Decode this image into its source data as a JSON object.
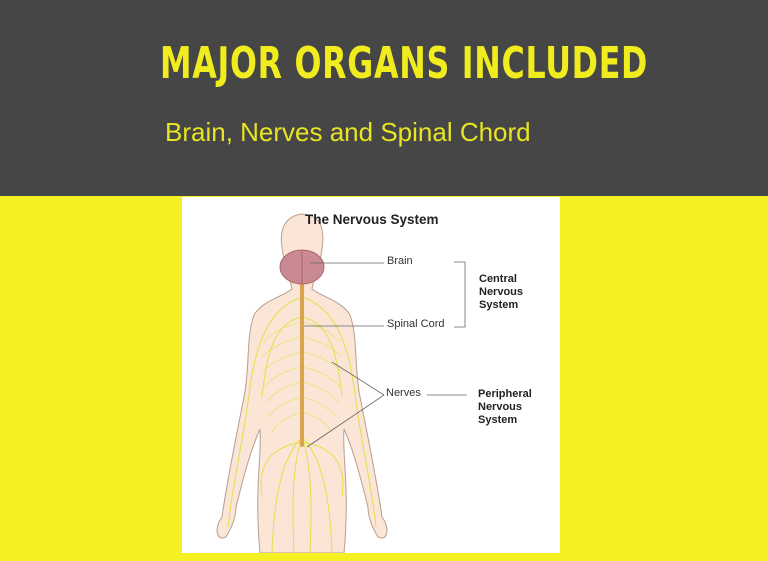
{
  "slide": {
    "title": "MAJOR ORGANS INCLUDED",
    "subtitle": "Brain, Nerves and Spinal Chord"
  },
  "figure": {
    "title": "The Nervous System",
    "labels": {
      "brain": "Brain",
      "spinal_cord": "Spinal Cord",
      "nerves": "Nerves"
    },
    "groups": {
      "central": [
        "Central",
        "Nervous",
        "System"
      ],
      "peripheral": [
        "Peripheral",
        "Nervous",
        "System"
      ]
    }
  },
  "colors": {
    "header_bg": "#464646",
    "accent_yellow": "#f5f022"
  }
}
